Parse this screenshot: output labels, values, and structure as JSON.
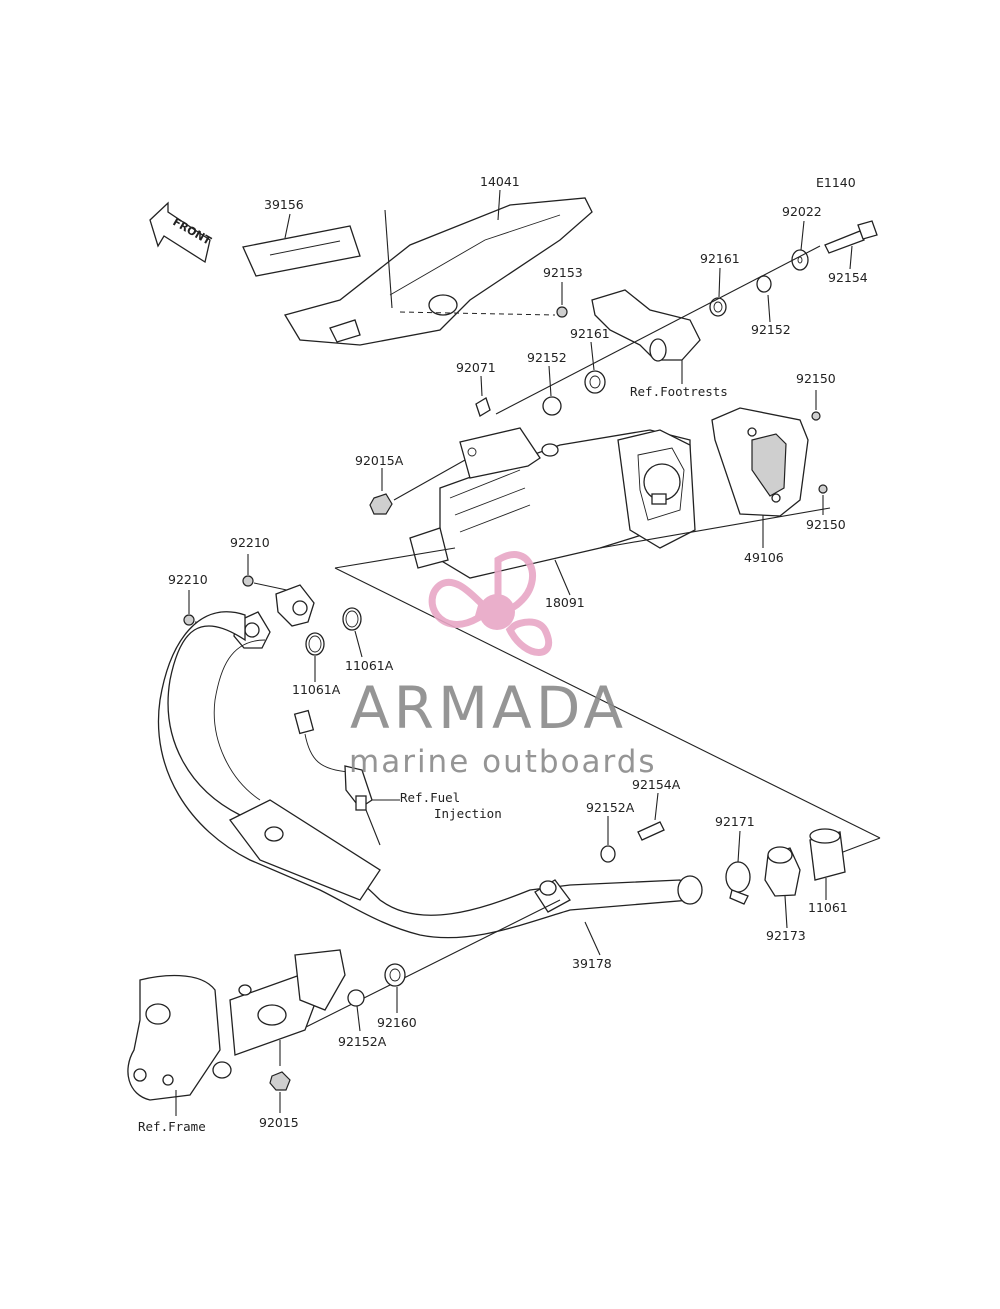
{
  "diagram": {
    "code": "E1140",
    "front_label": "FRONT",
    "part_numbers": {
      "p14041": "14041",
      "p39156": "39156",
      "p92153": "92153",
      "p92022": "92022",
      "p92161a": "92161",
      "p92154": "92154",
      "p92161b": "92161",
      "p92152a": "92152",
      "p92152b": "92152",
      "p92071": "92071",
      "p92150a": "92150",
      "p92150b": "92150",
      "p92015A": "92015A",
      "p49106": "49106",
      "p18091": "18091",
      "p92210a": "92210",
      "p92210b": "92210",
      "p11061Aa": "11061A",
      "p11061Ab": "11061A",
      "p92154A": "92154A",
      "p92152Aa": "92152A",
      "p92171": "92171",
      "p92173": "92173",
      "p11061": "11061",
      "p39178": "39178",
      "p92160": "92160",
      "p92152Ab": "92152A",
      "p92015": "92015"
    },
    "refs": {
      "footrests": "Ref.Footrests",
      "fuel_line1": "Ref.Fuel",
      "fuel_line2": "Injection",
      "frame": "Ref.Frame"
    }
  },
  "watermark": {
    "brand": "ARMADA",
    "tagline": "marine outboards",
    "logo": "propeller-logo",
    "accent_color": "#e8a7c6",
    "text_color": "#8a8a8a"
  }
}
